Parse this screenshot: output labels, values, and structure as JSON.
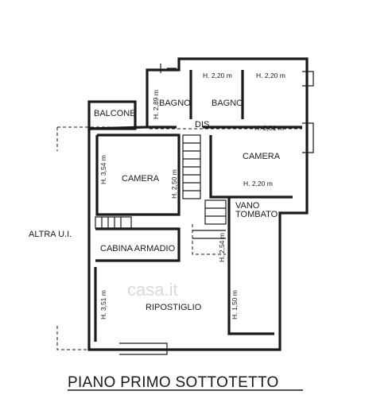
{
  "rooms": {
    "balcone": "BALCONE",
    "bagno_left": "BAGNO",
    "bagno_right": "BAGNO",
    "dis": "DIS.",
    "camera_left": "CAMERA",
    "camera_right": "CAMERA",
    "vano_line1": "VANO",
    "vano_line2": "TOMBATO",
    "cabina": "CABINA ARMADIO",
    "ripostiglio": "RIPOSTIGLIO",
    "altra": "ALTRA U.I."
  },
  "heights": {
    "h_bagno_left": "H. 2,89 m",
    "h_bagno_top": "H. 2,20 m",
    "h_top_right": "H. 2,20 m",
    "h_dis": "H. 2,81 m",
    "h_camera_left": "H. 3,54 m",
    "h_camera_left_right": "H. 2,50 m",
    "h_camera_right": "H. 2,20 m",
    "h_stair": "H. 2,54 m",
    "h_ripostiglio_left": "H. 3,51 m",
    "h_ripostiglio_right": "H. 1,50 m"
  },
  "watermark": "casa.it",
  "title": "PIANO PRIMO SOTTOTETTO"
}
